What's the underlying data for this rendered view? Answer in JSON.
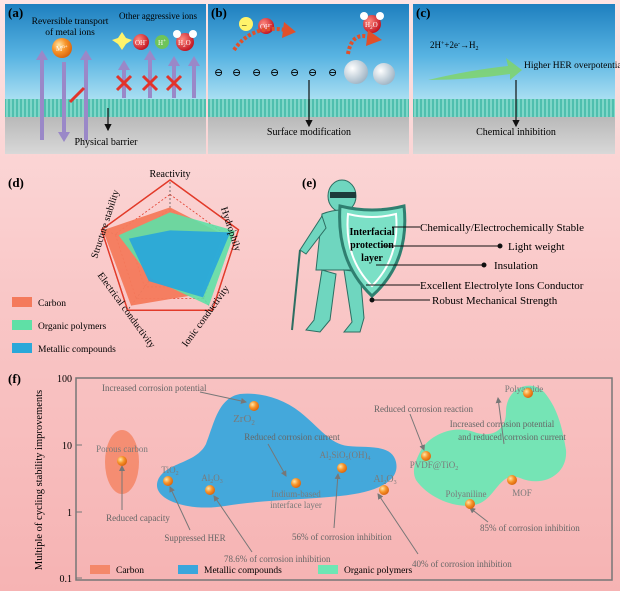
{
  "panel_a": {
    "label": "(a)",
    "reversible_line1": "Reversible transport",
    "reversible_line2": "of metal ions",
    "metal_ion": "M",
    "metal_ion_sup": "n+",
    "other_ions": "Other aggressive ions",
    "oh": "OH",
    "oh_sup": "-",
    "h": "H",
    "h_sup": "+",
    "h2o": "H",
    "h2o_sub": "2",
    "h2o_end": "O",
    "caption": "Physical barrier"
  },
  "panel_b": {
    "label": "(b)",
    "minus": "–",
    "oh": "OH",
    "oh_sup": "-",
    "h2o": "H",
    "h2o_sub": "2",
    "h2o_end": "O",
    "charges": [
      "⊖",
      "⊖",
      "⊖",
      "⊖",
      "⊖",
      "⊖",
      "⊖"
    ],
    "caption": "Surface modification"
  },
  "panel_c": {
    "label": "(c)",
    "reaction": "2H",
    "reaction_sup": "+",
    "reaction_mid": "+2e",
    "reaction_sup2": "-",
    "reaction_end": "→H",
    "reaction_sub": "2",
    "overpotential": "Higher HER overpotential",
    "caption": "Chemical inhibition"
  },
  "panel_d": {
    "label": "(d)",
    "axes": [
      "Reactivity",
      "Hydrophily",
      "Ionic conductivity",
      "Electrical conductivity",
      "Structure stability"
    ],
    "legend": [
      {
        "name": "Carbon",
        "color": "#f47a5c"
      },
      {
        "name": "Organic polymers",
        "color": "#5fe0a6"
      },
      {
        "name": "Metallic compounds",
        "color": "#2aa8d9"
      }
    ]
  },
  "panel_e": {
    "label": "(e)",
    "shield_line1": "Interfacial",
    "shield_line2": "protection",
    "shield_line3": "layer",
    "properties": [
      "Chemically/Electrochemically Stable",
      "Light weight",
      "Insulation",
      "Excellent Electrolyte Ions Conductor",
      "Robust Mechanical Strength"
    ]
  },
  "panel_f": {
    "label": "(f)",
    "ylabel": "Multiple of cycling stability improvements",
    "yticks": [
      "100",
      "10",
      "1",
      "0.1"
    ],
    "materials": {
      "porous_carbon": "Porous carbon",
      "zro2": "ZrO",
      "zro2_sub": "2",
      "tio2": "TiO",
      "tio2_sub": "2",
      "al2o3_a": "Al",
      "al2o3_a_sub": "2",
      "al2o3_a_mid": "O",
      "al2o3_a_sub2": "3",
      "indium_line1": "Indium-based",
      "indium_line2": "interface layer",
      "alsio_line": "Al",
      "alsio_sub": "2",
      "alsio_mid": "SiO",
      "alsio_sub2": "5",
      "alsio_end": "(OH)",
      "alsio_sub3": "4",
      "al2o3_b": "Al",
      "al2o3_b_sub": "2",
      "al2o3_b_mid": "O",
      "al2o3_b_sub2": "3",
      "pvdf": "PVDF@TiO",
      "pvdf_sub": "2",
      "polyamide": "Polyamide",
      "polyaniline": "Polyaniline",
      "mof": "MOF"
    },
    "annotations": {
      "increased_corrosion": "Increased corrosion potential",
      "reduced_current": "Reduced corrosion current",
      "reduced_reaction": "Reduced corrosion reaction",
      "inc_red_line1": "Increased corrosion potential",
      "inc_red_line2": "and reduced corrosion current",
      "reduced_capacity": "Reduced capacity",
      "suppressed_her": "Suppressed HER",
      "inhibit_786": "78.6% of corrosion inhibition",
      "inhibit_56": "56% of corrosion inhibition",
      "inhibit_40": "40% of corrosion inhibition",
      "inhibit_85": "85% of corrosion inhibition"
    },
    "legend": [
      {
        "name": "Carbon",
        "color": "#f4886a"
      },
      {
        "name": "Metallic compounds",
        "color": "#3aa6dc"
      },
      {
        "name": "Organic polymers",
        "color": "#6ee6b4"
      }
    ]
  }
}
